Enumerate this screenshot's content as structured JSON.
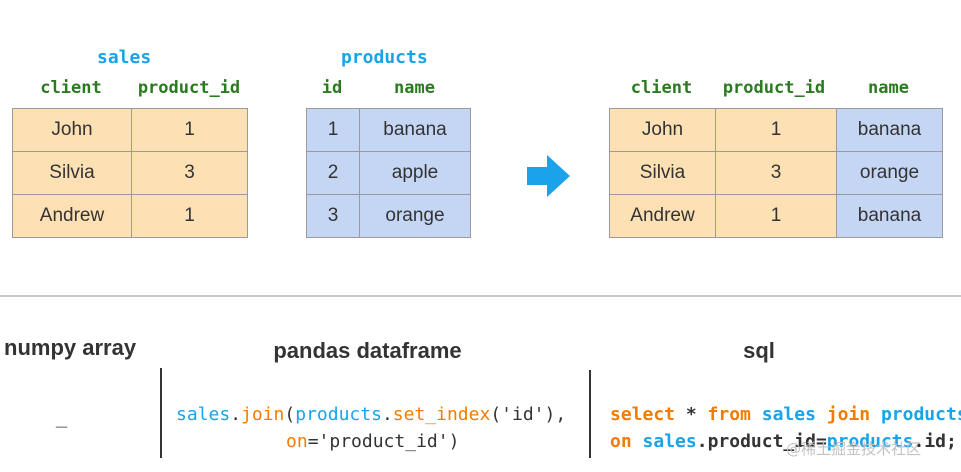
{
  "sales_table": {
    "title": "sales",
    "headers": [
      "client",
      "product_id"
    ],
    "rows": [
      [
        "John",
        "1"
      ],
      [
        "Silvia",
        "3"
      ],
      [
        "Andrew",
        "1"
      ]
    ]
  },
  "products_table": {
    "title": "products",
    "headers": [
      "id",
      "name"
    ],
    "rows": [
      [
        "1",
        "banana"
      ],
      [
        "2",
        "apple"
      ],
      [
        "3",
        "orange"
      ]
    ]
  },
  "result_table": {
    "headers": [
      "client",
      "product_id",
      "name"
    ],
    "rows": [
      [
        "John",
        "1",
        "banana"
      ],
      [
        "Silvia",
        "3",
        "orange"
      ],
      [
        "Andrew",
        "1",
        "banana"
      ]
    ]
  },
  "arrow_icon": "arrow-right-icon",
  "colors": {
    "table_name": "#1aa3e8",
    "column_header": "#2a7a1f",
    "orange_cell": "#fde0b3",
    "blue_cell": "#c5d6f5",
    "arrow": "#1aa3e8"
  },
  "comparison": {
    "numpy": {
      "title": "numpy array",
      "code": "_"
    },
    "pandas": {
      "title": "pandas dataframe",
      "line1": [
        "sales",
        ".",
        "join",
        "(",
        "products",
        ".",
        "set_index",
        "(",
        "'id'",
        "),"
      ],
      "line2": [
        "on",
        "=",
        "'product_id'",
        ")"
      ]
    },
    "sql": {
      "title": "sql",
      "line1": [
        "select",
        " * ",
        "from",
        " sales ",
        "join",
        " products"
      ],
      "line2": [
        "on",
        " sales",
        ".",
        "product_id",
        "=",
        "products",
        ".",
        "id",
        ";"
      ]
    }
  },
  "watermark": "@稀土掘金技术社区"
}
